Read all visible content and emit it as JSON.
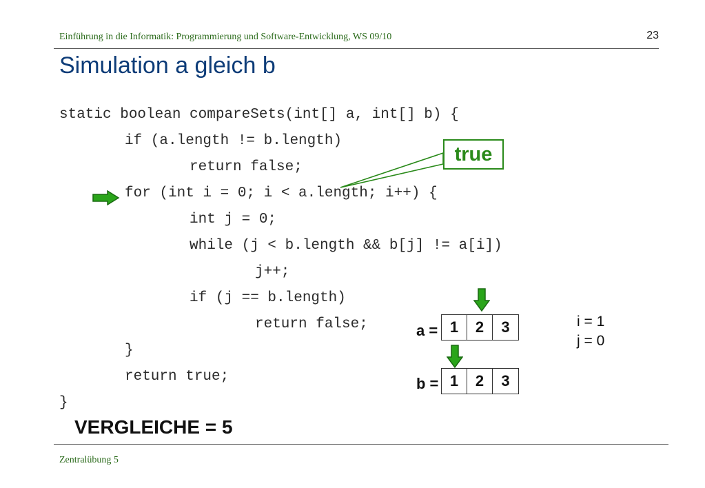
{
  "header": {
    "course": "Einführung in die Informatik: Programmierung und Software-Entwicklung, WS 09/10",
    "page_number": "23"
  },
  "title": "Simulation a gleich b",
  "code": {
    "lines": [
      "static boolean compareSets(int[] a, int[] b) {",
      "    if (a.length != b.length)",
      "        return false;",
      "    for (int i = 0; i < a.length; i++) {",
      "        int j = 0;",
      "        while (j < b.length && b[j] != a[i])",
      "            j++;",
      "        if (j == b.length)",
      "            return false;",
      "    }",
      "    return true;",
      "}"
    ]
  },
  "callout": {
    "label": "true"
  },
  "arrays": {
    "a": {
      "label": "a =",
      "cells": [
        "1",
        "2",
        "3"
      ]
    },
    "b": {
      "label": "b =",
      "cells": [
        "1",
        "2",
        "3"
      ]
    }
  },
  "variables": {
    "i": "i = 1",
    "j": "j = 0"
  },
  "summary": "VERGLEICHE = 5",
  "footer": "Zentralübung 5",
  "colors": {
    "title": "#0d3c78",
    "accent_green": "#2a8a1a",
    "header_green": "#2a6a1a"
  },
  "icons": {
    "current_line_marker": "arrow-right-icon",
    "index_marker": "arrow-down-icon"
  }
}
